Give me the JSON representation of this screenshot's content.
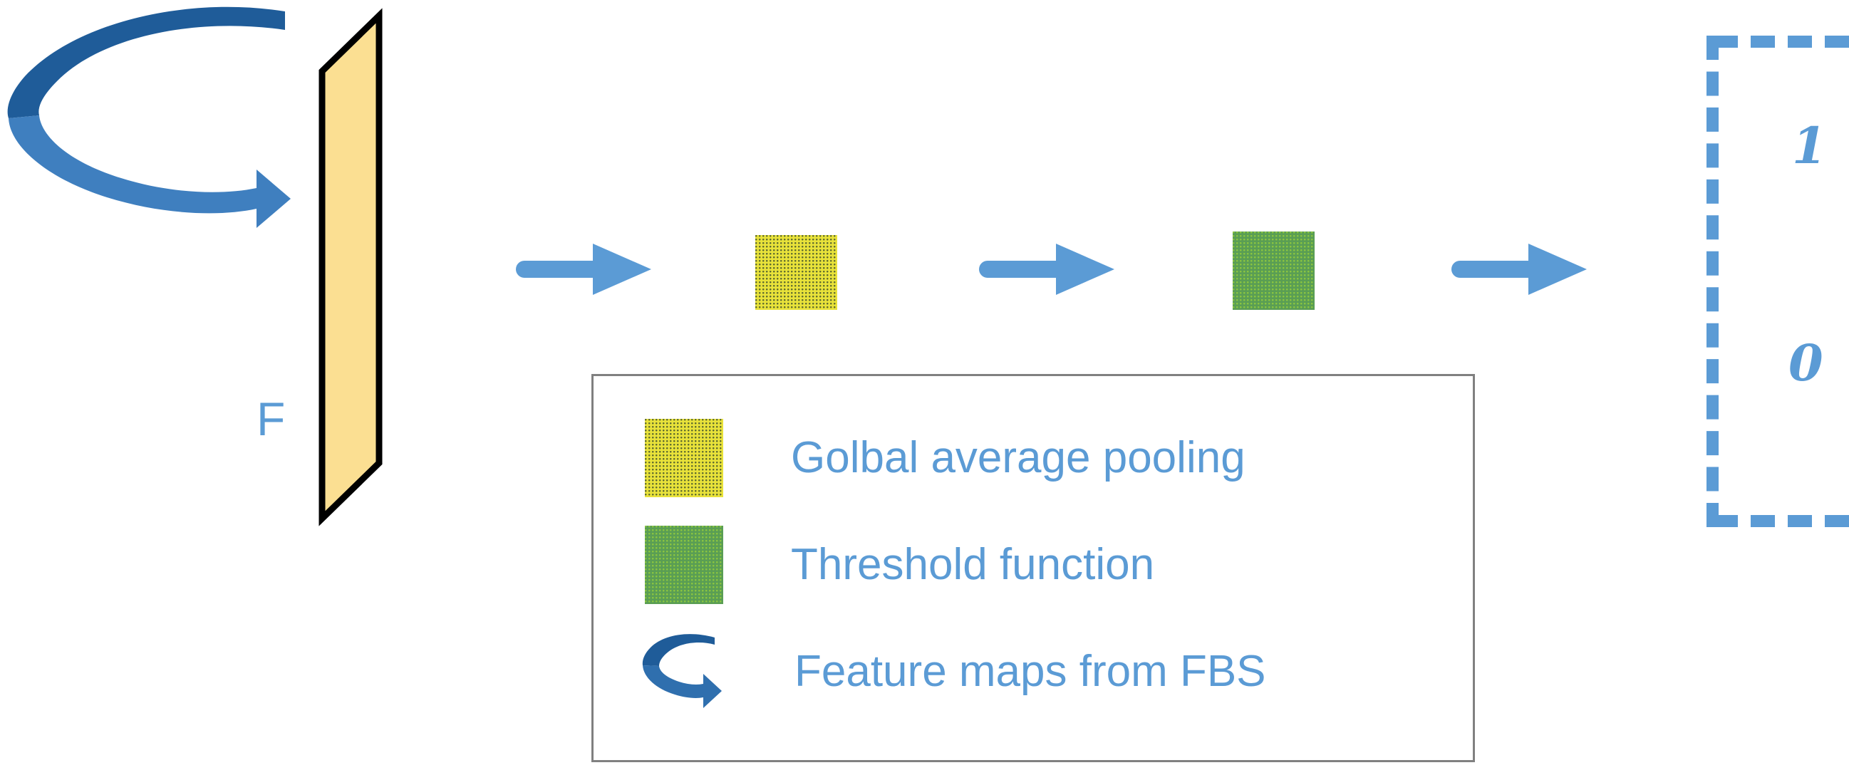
{
  "diagram": {
    "title_text": "",
    "colors": {
      "accent_blue": "#5b9bd5",
      "dark_blue": "#1f5c99",
      "slab_yellow": "#fbdf92",
      "swatch_yellow": "#e8e23a",
      "swatch_green": "#5a9e54",
      "outline_black": "#000000",
      "legend_border_gray": "#808080"
    },
    "feature_slab": {
      "label": "F",
      "icon": "yellow-parallelogram"
    },
    "flow": {
      "arrow_1_icon": "right-arrow-icon",
      "arrow_2_icon": "right-arrow-icon",
      "arrow_3_icon": "right-arrow-icon",
      "gap_block_icon": "yellow-dotted-square",
      "threshold_block_icon": "green-dotted-square",
      "rotation_icon": "curved-rotation-arrow-icon"
    },
    "output": {
      "bracket_icon": "dashed-bracket-icon",
      "bits": [
        {
          "value": "1"
        },
        {
          "value": "0"
        }
      ]
    },
    "legend": {
      "items": [
        {
          "label": "Golbal average pooling",
          "marker": "yellow-dotted-square"
        },
        {
          "label": "Threshold function",
          "marker": "green-dotted-square"
        },
        {
          "label": "Feature maps from FBS",
          "marker": "curved-rotation-arrow-icon"
        }
      ]
    }
  }
}
